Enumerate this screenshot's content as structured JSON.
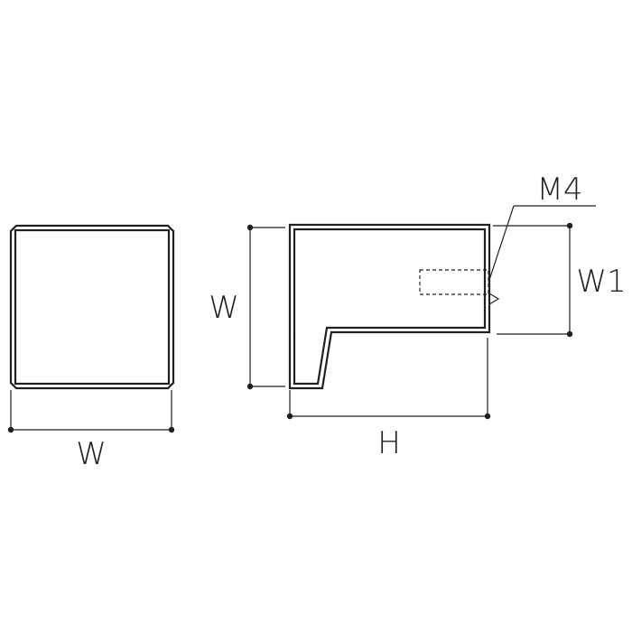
{
  "labels": {
    "front_width": "W",
    "side_height": "W",
    "side_length": "H",
    "hole_offset": "W1",
    "thread": "M4"
  },
  "colors": {
    "line": "#231f20",
    "background": "#ffffff"
  }
}
